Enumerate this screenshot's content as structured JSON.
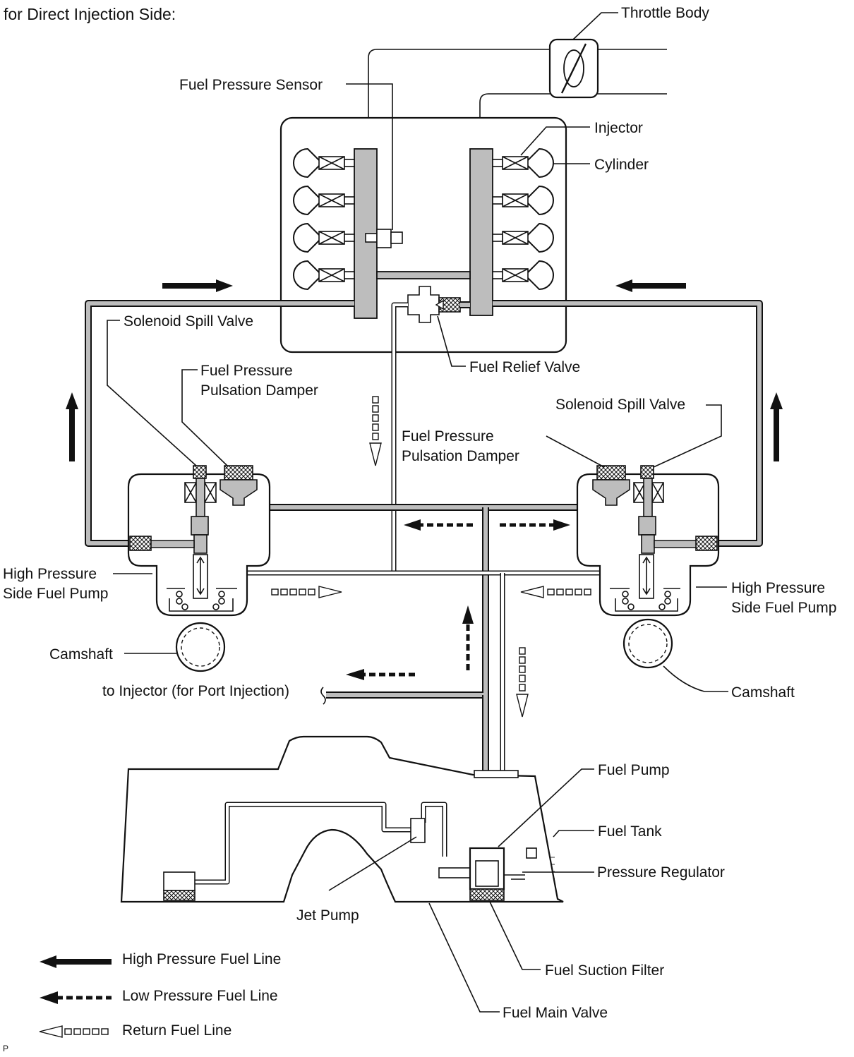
{
  "title": "for Direct Injection Side:",
  "labels": {
    "throttle_body": "Throttle Body",
    "fuel_pressure_sensor": "Fuel Pressure Sensor",
    "injector": "Injector",
    "cylinder": "Cylinder",
    "solenoid_spill_valve_left": "Solenoid Spill Valve",
    "fuel_relief_valve": "Fuel Relief Valve",
    "fuel_pressure_pulsation_damper_left_1": "Fuel Pressure",
    "fuel_pressure_pulsation_damper_left_2": "Pulsation Damper",
    "fuel_pressure_pulsation_damper_center_1": "Fuel Pressure",
    "fuel_pressure_pulsation_damper_center_2": "Pulsation Damper",
    "solenoid_spill_valve_right": "Solenoid Spill Valve",
    "high_pressure_pump_left_1": "High Pressure",
    "high_pressure_pump_left_2": "Side Fuel Pump",
    "high_pressure_pump_right_1": "High Pressure",
    "high_pressure_pump_right_2": "Side Fuel Pump",
    "camshaft_left": "Camshaft",
    "camshaft_right": "Camshaft",
    "to_port_injector": "to Injector (for Port Injection)",
    "fuel_pump": "Fuel Pump",
    "fuel_tank": "Fuel Tank",
    "pressure_regulator": "Pressure Regulator",
    "jet_pump": "Jet Pump",
    "fuel_suction_filter": "Fuel Suction Filter",
    "fuel_main_valve": "Fuel Main Valve",
    "corner_mark": "P"
  },
  "legend": [
    {
      "label": "High Pressure Fuel Line",
      "style": "solid"
    },
    {
      "label": "Low Pressure Fuel Line",
      "style": "dashed"
    },
    {
      "label": "Return Fuel Line",
      "style": "hollow"
    }
  ]
}
